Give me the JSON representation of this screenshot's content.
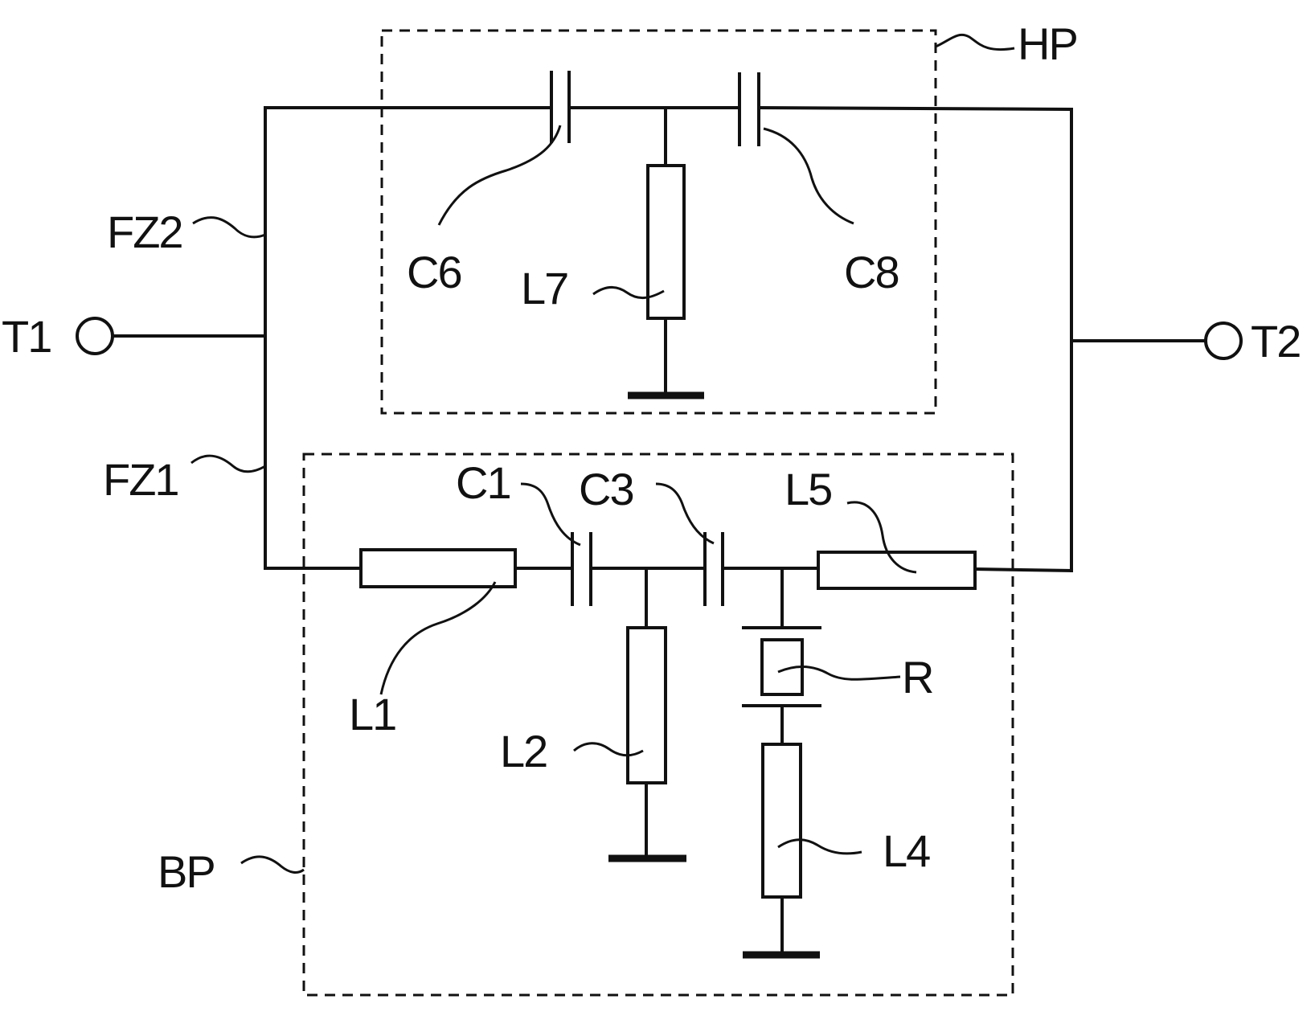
{
  "labels": {
    "t1": "T1",
    "t2": "T2",
    "fz1": "FZ1",
    "fz2": "FZ2",
    "hp": "HP",
    "bp": "BP",
    "c6": "C6",
    "c8": "C8",
    "l7": "L7",
    "c1": "C1",
    "c3": "C3",
    "l5": "L5",
    "l1": "L1",
    "l2": "L2",
    "r": "R",
    "l4": "L4"
  }
}
